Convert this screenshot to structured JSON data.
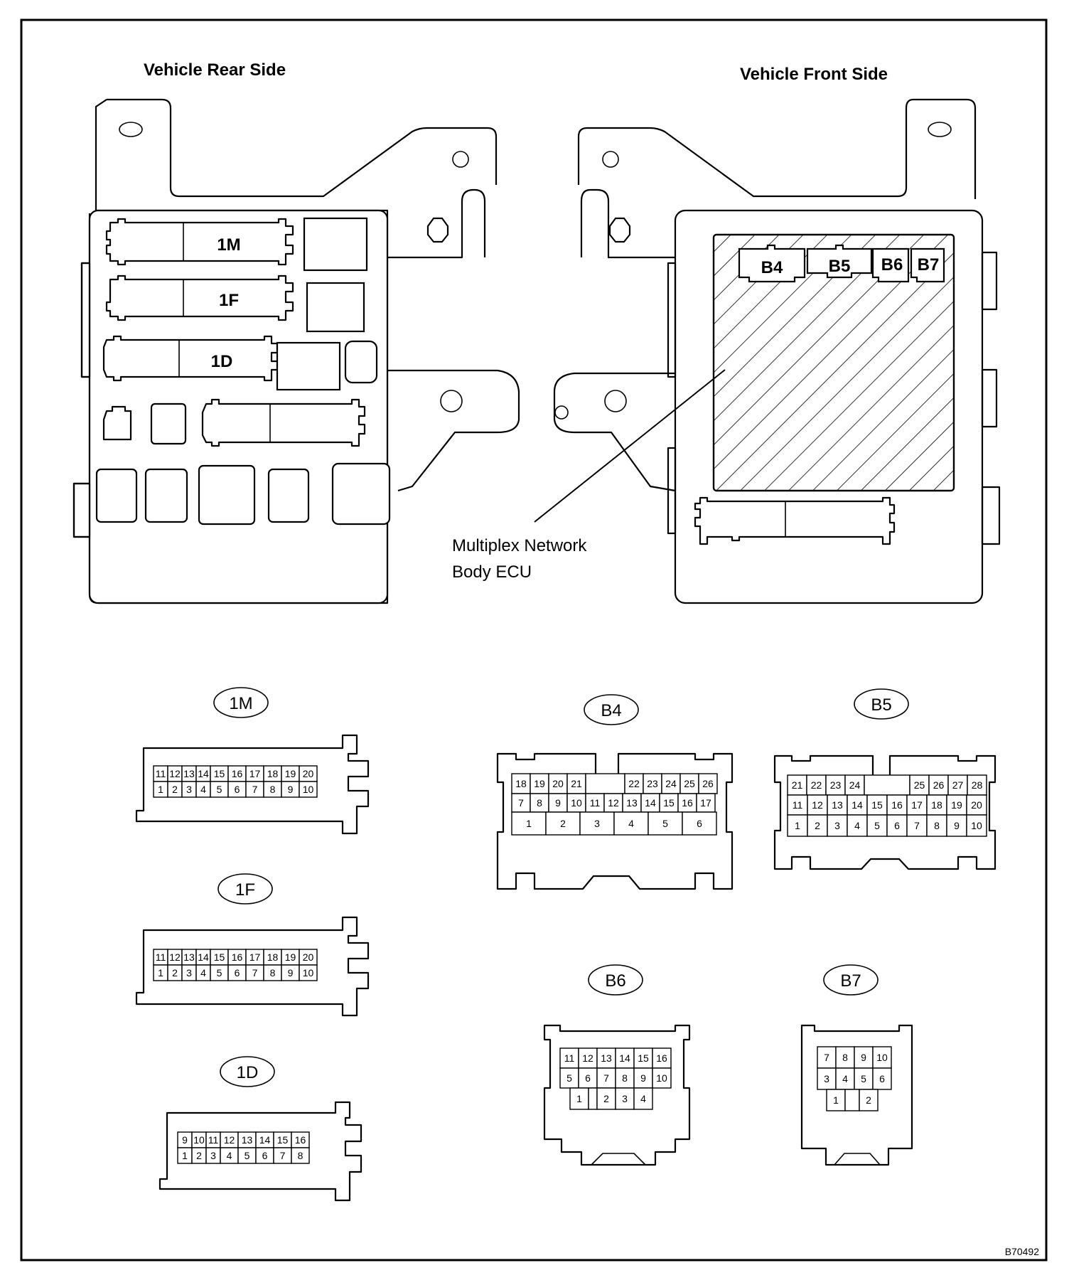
{
  "headings": {
    "rear": "Vehicle Rear Side",
    "front": "Vehicle Front Side"
  },
  "ecu_label": [
    "Multiplex Network",
    "Body ECU"
  ],
  "diagram_code": "B70492",
  "block_connectors": {
    "rear": [
      "1M",
      "1F",
      "1D"
    ],
    "front": [
      "B4",
      "B5",
      "B6",
      "B7"
    ]
  },
  "connectors": [
    {
      "id": "1M",
      "rows": [
        [
          "11",
          "12",
          "13",
          "14",
          "15",
          "16",
          "17",
          "18",
          "19",
          "20"
        ],
        [
          "1",
          "2",
          "3",
          "4",
          "5",
          "6",
          "7",
          "8",
          "9",
          "10"
        ]
      ]
    },
    {
      "id": "1F",
      "rows": [
        [
          "11",
          "12",
          "13",
          "14",
          "15",
          "16",
          "17",
          "18",
          "19",
          "20"
        ],
        [
          "1",
          "2",
          "3",
          "4",
          "5",
          "6",
          "7",
          "8",
          "9",
          "10"
        ]
      ]
    },
    {
      "id": "1D",
      "rows": [
        [
          "9",
          "10",
          "11",
          "12",
          "13",
          "14",
          "15",
          "16"
        ],
        [
          "1",
          "2",
          "3",
          "4",
          "5",
          "6",
          "7",
          "8"
        ]
      ]
    },
    {
      "id": "B4",
      "rows": [
        [
          "18",
          "19",
          "20",
          "21",
          "",
          "22",
          "23",
          "24",
          "25",
          "26"
        ],
        [
          "7",
          "8",
          "9",
          "10",
          "11",
          "12",
          "13",
          "14",
          "15",
          "16",
          "17"
        ],
        [
          "1",
          "2",
          "3",
          "4",
          "5",
          "6"
        ]
      ]
    },
    {
      "id": "B5",
      "rows": [
        [
          "21",
          "22",
          "23",
          "24",
          "",
          "25",
          "26",
          "27",
          "28"
        ],
        [
          "11",
          "12",
          "13",
          "14",
          "15",
          "16",
          "17",
          "18",
          "19",
          "20"
        ],
        [
          "1",
          "2",
          "3",
          "4",
          "5",
          "6",
          "7",
          "8",
          "9",
          "10"
        ]
      ]
    },
    {
      "id": "B6",
      "rows": [
        [
          "11",
          "12",
          "13",
          "14",
          "15",
          "16"
        ],
        [
          "5",
          "6",
          "7",
          "8",
          "9",
          "10"
        ],
        [
          "1",
          "",
          "2",
          "3",
          "4"
        ]
      ]
    },
    {
      "id": "B7",
      "rows": [
        [
          "7",
          "8",
          "9",
          "10"
        ],
        [
          "3",
          "4",
          "5",
          "6"
        ],
        [
          "1",
          "",
          "2"
        ]
      ]
    }
  ]
}
